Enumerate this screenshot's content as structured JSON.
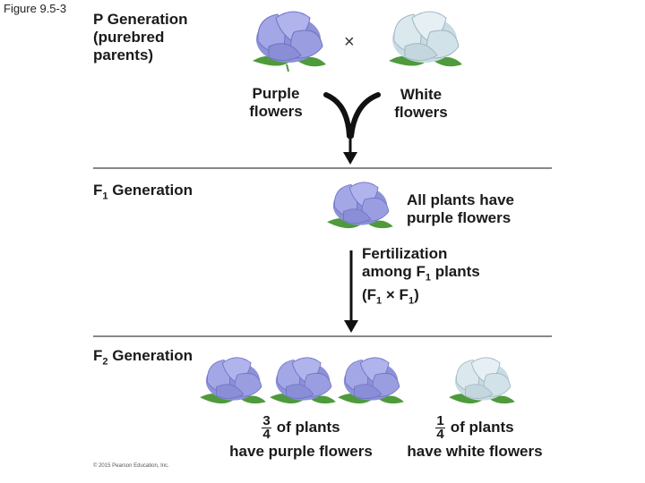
{
  "figure_label": "Figure 9.5-3",
  "p_generation": {
    "line1": "P Generation",
    "line2": "(purebred",
    "line3": "parents)",
    "cross_symbol": "×",
    "purple_label_1": "Purple",
    "purple_label_2": "flowers",
    "white_label_1": "White",
    "white_label_2": "flowers"
  },
  "f1_generation": {
    "label_main": "F",
    "label_sub": "1",
    "label_rest": " Generation",
    "result_1": "All plants have",
    "result_2": "purple flowers"
  },
  "fertilization": {
    "line1": "Fertilization",
    "line2_pre": "among F",
    "line2_sub": "1",
    "line2_post": " plants",
    "line3_a": "(F",
    "line3_sub1": "1",
    "line3_b": " × F",
    "line3_sub2": "1",
    "line3_c": ")"
  },
  "f2_generation": {
    "label_main": "F",
    "label_sub": "2",
    "label_rest": " Generation",
    "purple_num": "3",
    "purple_den": "4",
    "purple_text1": "of plants",
    "purple_text2": "have purple flowers",
    "white_num": "1",
    "white_den": "4",
    "white_text1": "of plants",
    "white_text2": "have white flowers"
  },
  "copyright": "© 2015 Pearson Education, Inc.",
  "colors": {
    "purple_petal": "#9a9ee0",
    "purple_petal_dark": "#6f72c4",
    "white_petal": "#d8e6ec",
    "white_petal_dark": "#9fb6c2",
    "leaf": "#4f9a3c",
    "rule": "#888888"
  },
  "icons": {
    "flower": "rose-flower-icon",
    "arrow": "down-arrow-icon",
    "merge": "merge-arrow-icon"
  }
}
